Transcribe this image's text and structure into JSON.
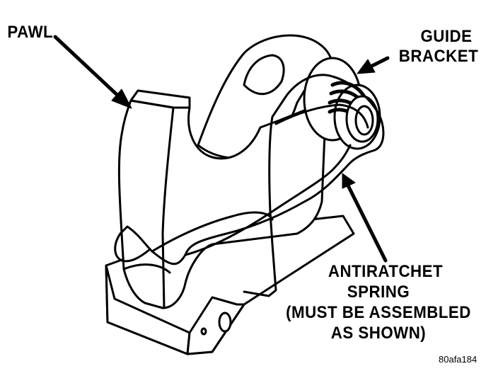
{
  "labels": {
    "pawl": "PAWL",
    "guide_bracket_line1": "GUIDE",
    "guide_bracket_line2": "BRACKET",
    "spring_line1": "ANTIRATCHET",
    "spring_line2": "SPRING",
    "spring_line3": "(MUST BE ASSEMBLED",
    "spring_line4": "AS SHOWN)"
  },
  "figure_code": "80afa184"
}
